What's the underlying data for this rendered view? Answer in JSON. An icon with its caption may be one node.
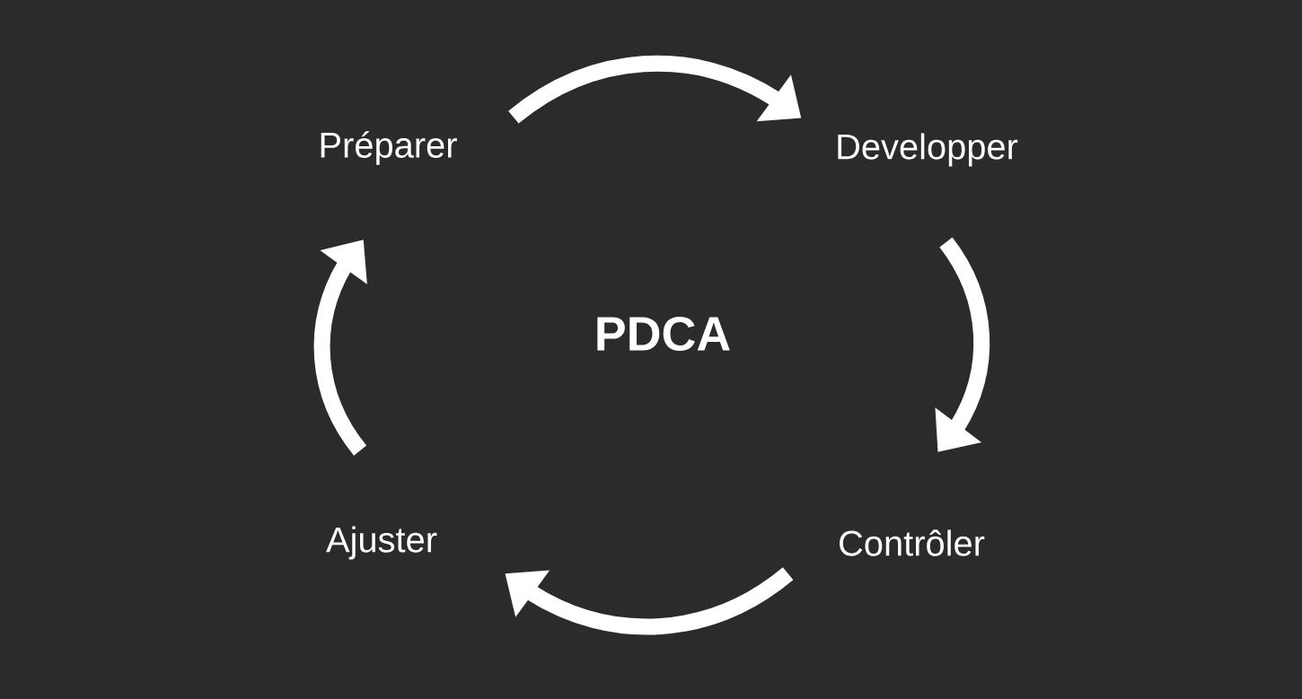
{
  "diagram": {
    "nodes": [
      {
        "text": [
          "Préparer"
        ]
      },
      {
        "text": [
          "Developper"
        ]
      },
      {
        "text": [
          "Contrôler"
        ]
      },
      {
        "text": [
          "Ajuster"
        ]
      }
    ],
    "edges": [
      {
        "from": 0,
        "to": 1,
        "arrow": "to"
      },
      {
        "from": 1,
        "to": 2,
        "arrow": "to"
      },
      {
        "from": 2,
        "to": 3,
        "arrow": "to"
      },
      {
        "from": 3,
        "to": 0,
        "arrow": "to"
      }
    ],
    "labels": [
      "PDCA"
    ]
  }
}
